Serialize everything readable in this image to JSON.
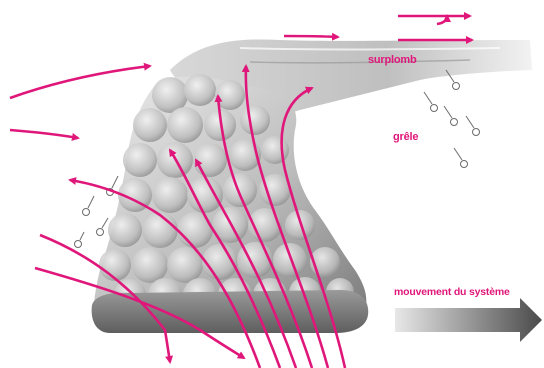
{
  "labels": {
    "overhang": "surplomb",
    "hail": "grêle",
    "system_motion": "mouvement du système"
  },
  "colors": {
    "arrow": "#e0177a",
    "cloud_light": "#e6e6e6",
    "cloud_mid": "#b5b5b5",
    "cloud_dark": "#6f6f6f",
    "hail": "#6b6b6b",
    "motion_arrow_dark": "#505050"
  }
}
